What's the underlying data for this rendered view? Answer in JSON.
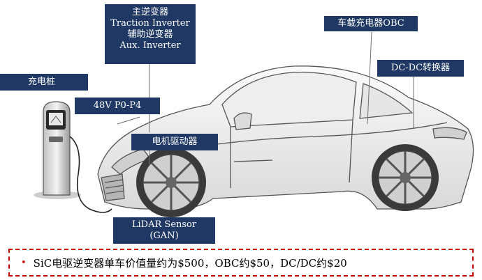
{
  "labels": {
    "inverter": {
      "line1": "主逆变器",
      "line2": "Traction Inverter",
      "line3": "辅助逆变器",
      "line4": "Aux. Inverter"
    },
    "obc": "车载充电器OBC",
    "dcdc": "DC-DC转换器",
    "charger": "充电桩",
    "p0p4": "48V P0-P4",
    "motor": "电机驱动器",
    "lidar": {
      "line1": "LiDAR Sensor",
      "line2": "(GAN)"
    }
  },
  "note": {
    "bullet": "•",
    "text": "SiC电驱逆变器单车价值量约为$500，OBC约$50，DC/DC约$20"
  },
  "colors": {
    "label_bg": "#1f3864",
    "label_text": "#ffffff",
    "note_border": "#c00000"
  }
}
